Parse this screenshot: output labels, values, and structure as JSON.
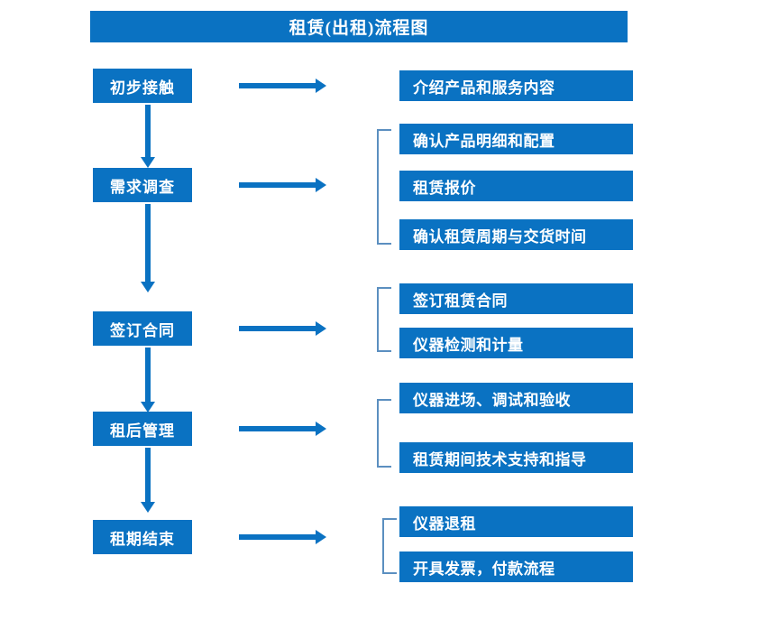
{
  "chart_data": {
    "type": "diagram",
    "title": "租赁(出租)流程图",
    "diagram_kind": "flowchart",
    "orientation": "vertical-main-with-horizontal-branches"
  },
  "title": "租赁(出租)流程图",
  "accent_color": "#0a72c2",
  "bracket_color": "#5b8fc0",
  "stages": [
    {
      "label": "初步接触",
      "arrow": "right-arrow",
      "bracket": false,
      "details": [
        "介绍产品和服务内容"
      ]
    },
    {
      "label": "需求调查",
      "arrow": "right-arrow",
      "bracket": true,
      "details": [
        "确认产品明细和配置",
        "租赁报价",
        "确认租赁周期与交货时间"
      ]
    },
    {
      "label": "签订合同",
      "arrow": "right-arrow",
      "bracket": true,
      "details": [
        "签订租赁合同",
        "仪器检测和计量"
      ]
    },
    {
      "label": "租后管理",
      "arrow": "right-arrow",
      "bracket": true,
      "details": [
        "仪器进场、调试和验收",
        "租赁期间技术支持和指导"
      ]
    },
    {
      "label": "租期结束",
      "arrow": "right-arrow",
      "bracket": true,
      "details": [
        "仪器退租",
        "开具发票，付款流程"
      ]
    }
  ],
  "flow_connectors": [
    "初步接触 → 需求调查",
    "需求调查 → 签订合同",
    "签订合同 → 租后管理",
    "租后管理 → 租期结束"
  ]
}
